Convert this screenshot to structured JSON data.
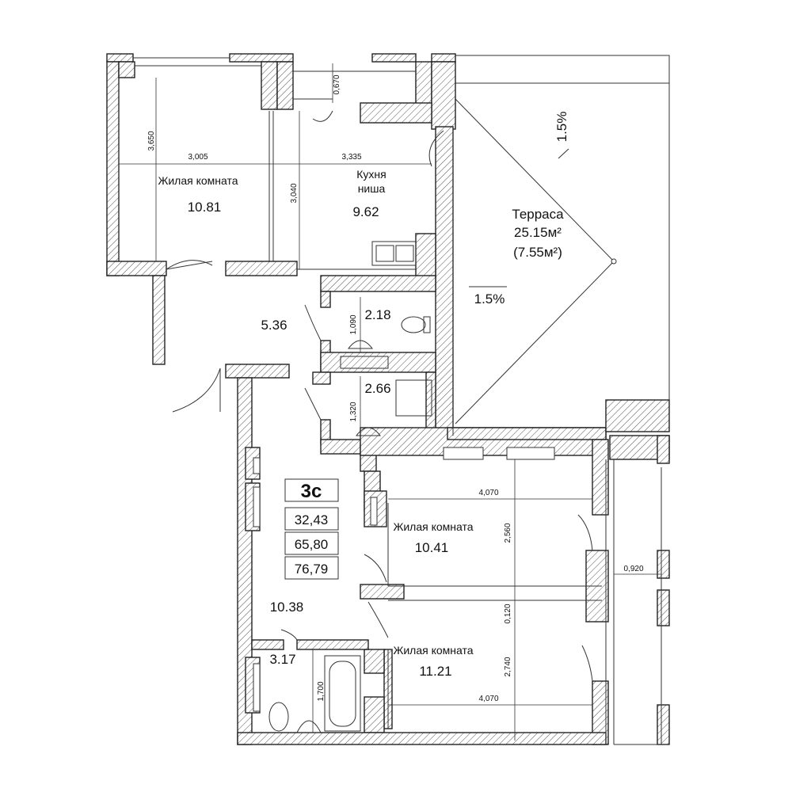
{
  "apartment": {
    "type": "3с",
    "areas": [
      "32,43",
      "65,80",
      "76,79"
    ]
  },
  "rooms": {
    "living1": {
      "label": "Жилая комната",
      "area": "10.81"
    },
    "kitchen": {
      "label1": "Кухня",
      "label2": "ниша",
      "area": "9.62"
    },
    "hall": {
      "area": "5.36"
    },
    "wc1": {
      "area": "2.18"
    },
    "bath1": {
      "area": "2.66"
    },
    "corridor": {
      "area": "10.38"
    },
    "bath2": {
      "area": "3.17"
    },
    "living2": {
      "label": "Жилая комната",
      "area": "10.41"
    },
    "living3": {
      "label": "Жилая комната",
      "area": "11.21"
    }
  },
  "terrace": {
    "label": "Терраса",
    "area": "25.15м²",
    "reduced": "(7.55м²)",
    "slope_top": "1.5%",
    "slope_bottom": "1.5%"
  },
  "dimensions": {
    "d3650": "3,650",
    "d0670": "0,670",
    "d3005": "3,005",
    "d3335": "3,335",
    "d3040": "3,040",
    "d1090": "1,090",
    "d1320": "1,320",
    "d4070a": "4,070",
    "d2560": "2,560",
    "d0920": "0,920",
    "d0120": "0,120",
    "d2740": "2,740",
    "d4070b": "4,070",
    "d1700": "1,700"
  }
}
